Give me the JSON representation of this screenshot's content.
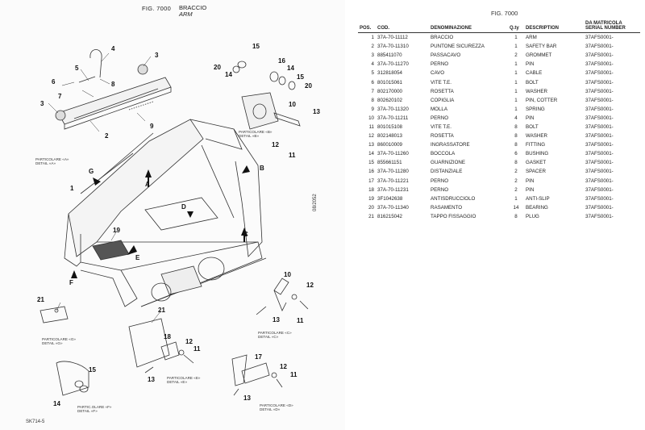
{
  "left_page": {
    "fig_label": "FIG. 7000",
    "title_it": "BRACCIO",
    "title_en": "ARM",
    "side_code": "08/2052",
    "foot_code": "SK714-5",
    "callouts": {
      "c1": "1",
      "c2": "2",
      "c3a": "3",
      "c3b": "3",
      "c4": "4",
      "c5": "5",
      "c6": "6",
      "c7": "7",
      "c8": "8",
      "c9": "9",
      "b10": "10",
      "b11": "11",
      "b12": "12",
      "b13": "13",
      "b14": "14",
      "b15": "15",
      "b16": "16",
      "b14b": "14",
      "b15b": "15",
      "b20a": "20",
      "b20b": "20",
      "c19": "19",
      "c21a": "21",
      "c21b": "21",
      "lA": "A",
      "lB": "B",
      "lC": "C",
      "lD": "D",
      "lE": "E",
      "lF": "F",
      "lG": "G",
      "c10": "10",
      "c12": "12",
      "c13": "13",
      "c11": "11",
      "e18": "18",
      "e12": "12",
      "e11": "11",
      "e13": "13",
      "d17": "17",
      "d12": "12",
      "d11": "11",
      "d13": "13",
      "f15": "15",
      "f14": "14"
    },
    "details": {
      "a": "PARTICOLARE «A»\nDETAIL «A»",
      "b": "PARTICOLARE «B»\nDETAIL «B»",
      "c": "PARTICOLARE «C»\nDETAIL «C»",
      "d": "PARTICOLARE «D»\nDETAIL «D»",
      "e": "PARTICOLARE «E»\nDETAIL «E»",
      "f": "PARTIC.OLARE «F»\nDETAIL «F»",
      "g": "PARTICOLARE «G»\nDETAIL «G»"
    }
  },
  "right_page": {
    "fig_label": "FIG. 7000",
    "headers": {
      "pos": "POS.",
      "cod": "COD.",
      "den": "DENOMINAZIONE",
      "qty": "Q.ty",
      "desc": "DESCRIPTION",
      "serial": "DA MATRICOLA\nSERIAL NUMBER"
    },
    "rows": [
      {
        "pos": "1",
        "cod": "37A-70-11112",
        "den": "BRACCIO",
        "qty": "1",
        "desc": "ARM",
        "serial": "37AFS0001-"
      },
      {
        "pos": "2",
        "cod": "37A-70-11310",
        "den": "PUNTONE SICUREZZA",
        "qty": "1",
        "desc": "SAFETY BAR",
        "serial": "37AFS0001-"
      },
      {
        "pos": "3",
        "cod": "885411070",
        "den": "PASSACAVO",
        "qty": "2",
        "desc": "GROMMET",
        "serial": "37AFS0001-"
      },
      {
        "pos": "4",
        "cod": "37A-70-11270",
        "den": "PERNO",
        "qty": "1",
        "desc": "PIN",
        "serial": "37AFS0001-"
      },
      {
        "pos": "5",
        "cod": "312818054",
        "den": "CAVO",
        "qty": "1",
        "desc": "CABLE",
        "serial": "37AFS0001-"
      },
      {
        "pos": "6",
        "cod": "801015061",
        "den": "VITE T.E.",
        "qty": "1",
        "desc": "BOLT",
        "serial": "37AFS0001-"
      },
      {
        "pos": "7",
        "cod": "802170000",
        "den": "ROSETTA",
        "qty": "1",
        "desc": "WASHER",
        "serial": "37AFS0001-"
      },
      {
        "pos": "8",
        "cod": "802620102",
        "den": "COPIGLIA",
        "qty": "1",
        "desc": "PIN, COTTER",
        "serial": "37AFS0001-"
      },
      {
        "pos": "9",
        "cod": "37A-70-11320",
        "den": "MOLLA",
        "qty": "1",
        "desc": "SPRING",
        "serial": "37AFS0001-"
      },
      {
        "pos": "10",
        "cod": "37A-70-11211",
        "den": "PERNO",
        "qty": "4",
        "desc": "PIN",
        "serial": "37AFS0001-"
      },
      {
        "pos": "11",
        "cod": "801015108",
        "den": "VITE T.E.",
        "qty": "8",
        "desc": "BOLT",
        "serial": "37AFS0001-"
      },
      {
        "pos": "12",
        "cod": "802148013",
        "den": "ROSETTA",
        "qty": "8",
        "desc": "WASHER",
        "serial": "37AFS0001-"
      },
      {
        "pos": "13",
        "cod": "860010009",
        "den": "INGRASSATORE",
        "qty": "8",
        "desc": "FITTING",
        "serial": "37AFS0001-"
      },
      {
        "pos": "14",
        "cod": "37A-70-11260",
        "den": "BOCCOLA",
        "qty": "6",
        "desc": "BUSHING",
        "serial": "37AFS0001-"
      },
      {
        "pos": "15",
        "cod": "855661151",
        "den": "GUARNIZIONE",
        "qty": "8",
        "desc": "GASKET",
        "serial": "37AFS0001-"
      },
      {
        "pos": "16",
        "cod": "37A-70-11280",
        "den": "DISTANZIALE",
        "qty": "2",
        "desc": "SPACER",
        "serial": "37AFS0001-"
      },
      {
        "pos": "17",
        "cod": "37A-70-11221",
        "den": "PERNO",
        "qty": "2",
        "desc": "PIN",
        "serial": "37AFS0001-"
      },
      {
        "pos": "18",
        "cod": "37A-70-11231",
        "den": "PERNO",
        "qty": "2",
        "desc": "PIN",
        "serial": "37AFS0001-"
      },
      {
        "pos": "19",
        "cod": "3F1042638",
        "den": "ANTISDRUCCIOLO",
        "qty": "1",
        "desc": "ANTI-SLIP",
        "serial": "37AFS0001-"
      },
      {
        "pos": "20",
        "cod": "37A-70-11340",
        "den": "RASAMENTO",
        "qty": "14",
        "desc": "BEARING",
        "serial": "37AFS0001-"
      },
      {
        "pos": "21",
        "cod": "816215042",
        "den": "TAPPO FISSAGGIO",
        "qty": "8",
        "desc": "PLUG",
        "serial": "37AFS0001-"
      }
    ]
  }
}
